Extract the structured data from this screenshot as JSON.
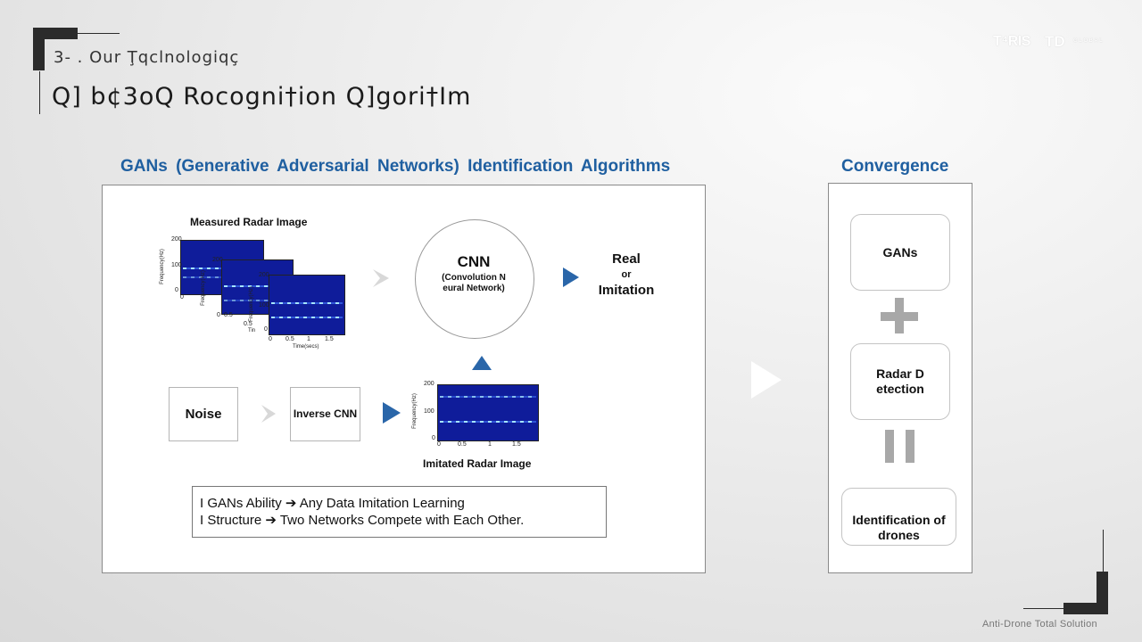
{
  "header": {
    "section_number": "3- . Our Ţqclnologiqç",
    "title": "Q] b¢3oQ Rocogni†ion Q]gori†Im"
  },
  "logos": {
    "left": "T⁴RIS",
    "right": "TD",
    "right_sub": "GLOBAL"
  },
  "gans_section": {
    "title": "GANs (Generative Adversarial Networks) Identification Algorithms",
    "measured_label": "Measured Radar Image",
    "cnn_title": "CNN",
    "cnn_subtitle": "(Convolution N eural Network)",
    "output_real": "Real",
    "output_or": "or",
    "output_imitation": "Imitation",
    "noise_label": "Noise",
    "inverse_cnn_label": "Inverse CNN",
    "imitated_label": "Imitated Radar Image",
    "spectrogram": {
      "ylabel": "Frequency(Hz)",
      "xlabel": "Time(secs)",
      "xlabel_short": "Tin",
      "y_ticks": [
        "200",
        "100",
        "0"
      ],
      "x_ticks": [
        "0",
        "0.5",
        "1",
        "1.5"
      ]
    },
    "notes": [
      "I GANs Ability ➔ Any Data Imitation Learning",
      "I Structure  ➔ Two Networks Compete with Each Other."
    ]
  },
  "convergence": {
    "title": "Convergence",
    "item_1": "GANs",
    "item_2": "Radar D etection",
    "item_3": "Identification of drones"
  },
  "footer": {
    "text": "Anti-Drone Total Solution"
  },
  "colors": {
    "accent_blue": "#1f5fa0",
    "arrow_blue": "#2a66a9",
    "spectrogram_bg": "#0f1c9a",
    "corner_dark": "#2b2b2b",
    "symbol_gray": "#a8a8a8"
  }
}
